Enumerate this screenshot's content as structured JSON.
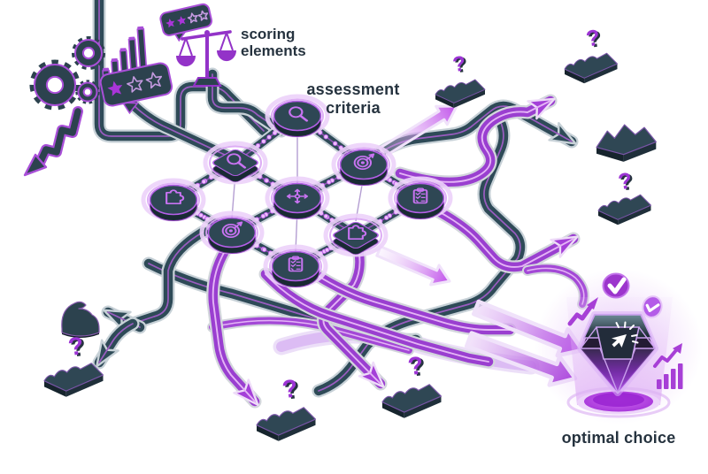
{
  "labels": {
    "scoring_line1": "scoring",
    "scoring_line2": "elements",
    "assessment_line1": "assessment",
    "assessment_line2": "criteria",
    "optimal": "optimal choice"
  },
  "glyphs": {
    "question_mark": "?"
  },
  "grid": {
    "nodes": [
      {
        "shape": "circle",
        "icon": "magnifier"
      },
      {
        "shape": "square",
        "icon": "magnifier"
      },
      {
        "shape": "circle",
        "icon": "target"
      },
      {
        "shape": "circle",
        "icon": "puzzle"
      },
      {
        "shape": "circle",
        "icon": "flowchart"
      },
      {
        "shape": "circle",
        "icon": "clipboard"
      },
      {
        "shape": "circle",
        "icon": "target"
      },
      {
        "shape": "square",
        "icon": "puzzle"
      },
      {
        "shape": "circle",
        "icon": "clipboard"
      }
    ]
  },
  "icons": {
    "scoring_cluster": [
      "gears-icon",
      "bar-chart-icon",
      "rating-stars-bubble-icon",
      "balance-scale-icon",
      "downtrend-arrow-icon"
    ],
    "outcome_cluster": [
      "diamond-gem-icon",
      "cursor-click-icon",
      "check-circle-icon",
      "check-coin-icon",
      "uptrend-arrow-icon",
      "rising-bars-icon"
    ],
    "dead_end": "question-mark-platform"
  },
  "colors": {
    "teal_road": "#2e4a57",
    "purple_road": "#9a3fd0",
    "accent_purple": "#a94fd8",
    "glow_lavender": "#ecd2f9",
    "star_filled": "#a935d8",
    "pedestal": "#b44ae4",
    "text": "#26333f"
  }
}
